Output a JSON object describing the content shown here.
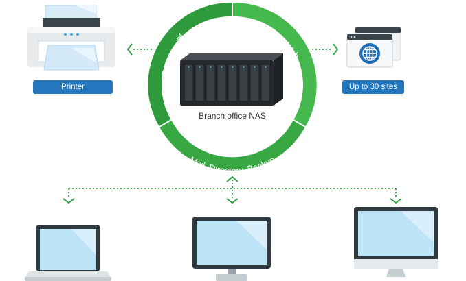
{
  "labels": {
    "printer": "Printer",
    "sites": "Up to 30 sites",
    "nas": "Branch office NAS"
  },
  "ring": {
    "print_server": "Print server",
    "web": "Web",
    "services": "Mail, Directory, Backup"
  },
  "colors": {
    "ring_dark": "#2e9a3c",
    "ring_light": "#45b84e",
    "connector": "#35a046",
    "label_bg": "#2577bd",
    "screen": "#bde3f7",
    "device_frame": "#2f3a40"
  },
  "icons": {
    "printer": "printer-icon",
    "websites": "websites-globe-icon",
    "nas": "nas-device-icon",
    "clients": [
      "laptop-icon",
      "desktop-monitor-icon",
      "imac-icon"
    ]
  }
}
